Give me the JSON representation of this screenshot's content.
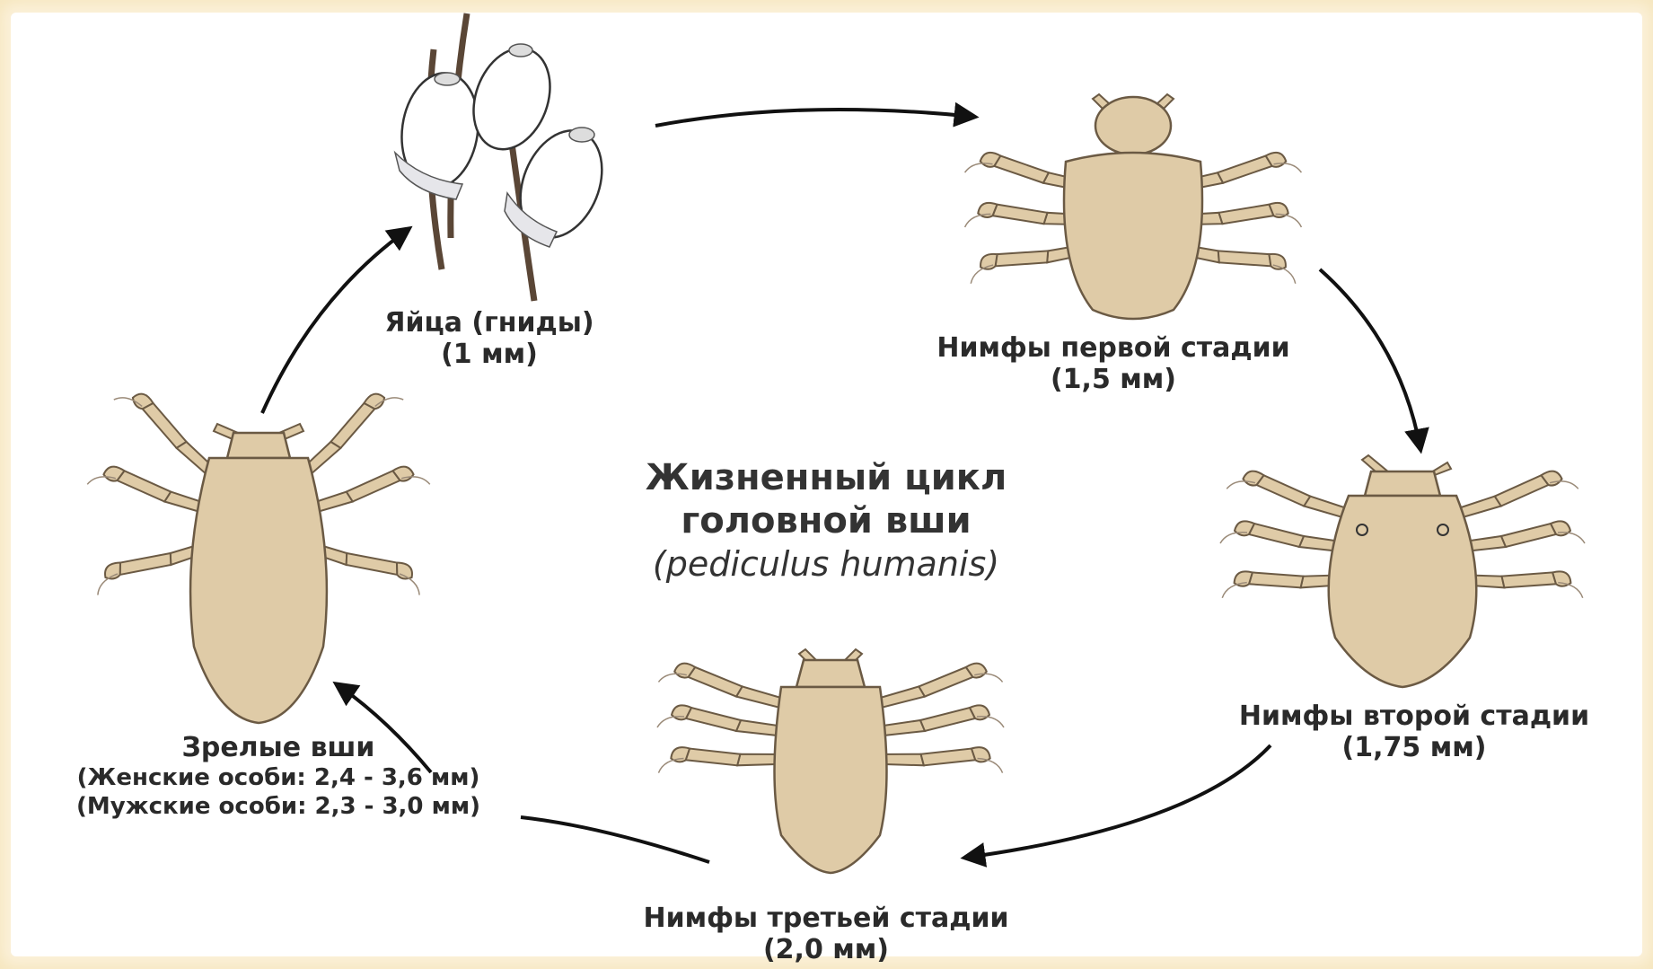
{
  "title": {
    "line1": "Жизненный цикл",
    "line2": "головной вши",
    "latin": "(pediculus humanis)"
  },
  "stages": {
    "eggs": {
      "name": "Яйца (гниды)",
      "size": "(1 мм)"
    },
    "nymph1": {
      "name": "Нимфы первой стадии",
      "size": "(1,5 мм)"
    },
    "nymph2": {
      "name": "Нимфы второй стадии",
      "size": "(1,75 мм)"
    },
    "nymph3": {
      "name": "Нимфы третьей стадии",
      "size": "(2,0 мм)"
    },
    "adult": {
      "name": "Зрелые вши",
      "female": "(Женские особи: 2,4 - 3,6 мм)",
      "male": "(Мужские особи: 2,3 - 3,0 мм)"
    }
  },
  "colors": {
    "body": "#dfcba7",
    "outline": "#6b5a44",
    "arrow": "#111111",
    "hair": "#5a4636"
  },
  "icons": [
    "louse-egg-icon",
    "louse-nymph-icon",
    "louse-adult-icon",
    "cycle-arrow-icon"
  ]
}
